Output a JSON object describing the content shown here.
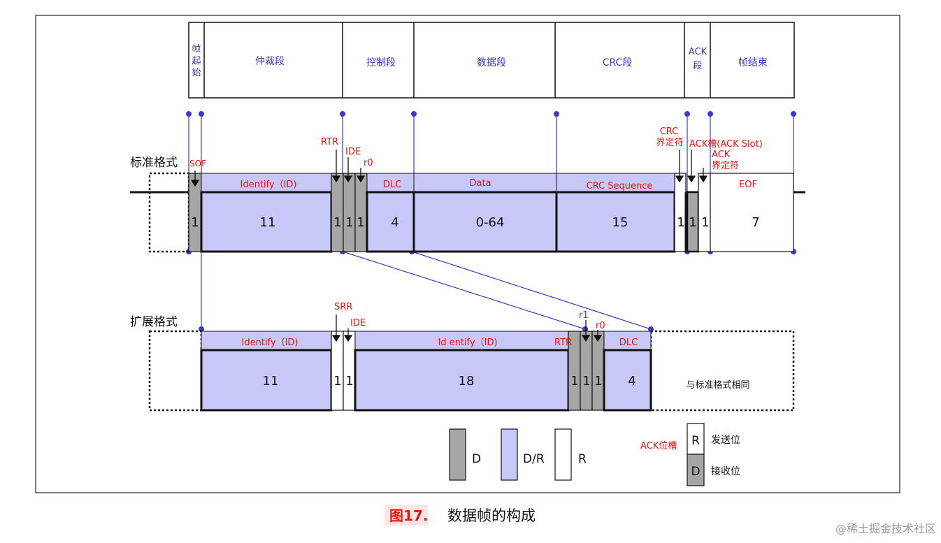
{
  "colors": {
    "dominant_purple": "#c8c8f8",
    "recessive_white": "#ffffff",
    "dominant_grey": "#a6a6a6",
    "label_blue": "#3a3ac8",
    "label_red": "#e8140c",
    "caption_red": "#e8140c"
  },
  "field_header": {
    "items": [
      "帧起始",
      "仲裁段",
      "控制段",
      "数据段",
      "CRC段",
      "ACK段",
      "帧结束"
    ]
  },
  "standard": {
    "label": "标准格式",
    "top_labels": [
      "Identify（ID)",
      "DLC",
      "Data",
      "CRC Sequence",
      "EOF"
    ],
    "bits": [
      "1",
      "11",
      "1",
      "1",
      "1",
      "4",
      "0-64",
      "15",
      "1",
      "1",
      "1",
      "7"
    ],
    "marks": {
      "sof": "SOF",
      "rtr": "RTR",
      "ide": "IDE",
      "r0": "r0",
      "crc_delim_1": "CRC",
      "crc_delim_2": "界定符",
      "ack_slot": "ACK槽(ACK Slot)",
      "ack_delim_1": "ACK",
      "ack_delim_2": "界定符"
    }
  },
  "extended": {
    "label": "扩展格式",
    "top_labels": [
      "Identify（ID)",
      "Id entify（ID)",
      "DLC"
    ],
    "bits": [
      "11",
      "1",
      "1",
      "18",
      "1",
      "1",
      "1",
      "4"
    ],
    "same_as_standard": "与标准格式相同",
    "marks": {
      "srr": "SRR",
      "ide": "IDE",
      "rtr": "RTR",
      "r1": "r1",
      "r0": "r0"
    }
  },
  "legend": {
    "dominant": "D",
    "dominant_or_recessive": "D/R",
    "recessive": "R",
    "ack_slot_label": "ACK位槽",
    "ack_send_letter": "R",
    "ack_send_label": "发送位",
    "ack_recv_letter": "D",
    "ack_recv_label": "接收位"
  },
  "caption": {
    "figure_num": "图17.",
    "title": "数据帧的构成"
  },
  "watermark": "@稀土掘金技术社区"
}
